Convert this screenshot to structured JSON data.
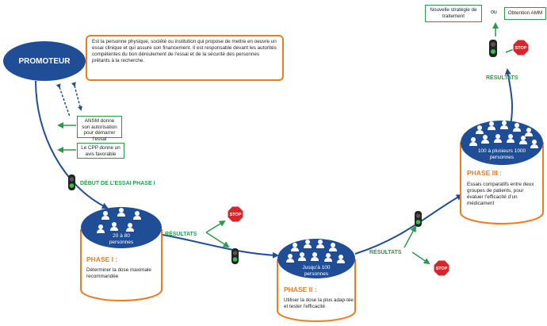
{
  "promoteur": {
    "label": "PROMOTEUR",
    "definition": "Est la personne physique, société ou institution qui propose de mettre en oeuvre un essai clinique et qui assure son financement. Il est responsable devant les autorités compétentes du bon déroulement de l’essai et de la sécurité des personnes prêtants à la recherche."
  },
  "authorizations": [
    {
      "text": "ANSM donne son autorisation pour démarrer l’essai"
    },
    {
      "text": "Le CPP donne un avis favorable"
    }
  ],
  "debut_label": "DÉBUT DE L’ESSAI PHASE I",
  "phases": [
    {
      "cap": "20 à 80 personnes",
      "title": "PHASE I :",
      "description": "Déterminer la dose maximale recommandée"
    },
    {
      "cap": "Jusqu’à 100 personnes",
      "title": "PHASE II :",
      "description": "Utiliser la dose la plus adap-tée et tester l’efficacité"
    },
    {
      "cap": "100 à plusieurs 1000 personnes",
      "title": "PHASE III :",
      "description": "Essais comparatifs entre deux groupes de patients, pour évaluer l’efficacité d’un médicament"
    }
  ],
  "resultats_label": "RÉSULTATS",
  "stop_label": "STOP",
  "outcomes": {
    "option1": "Nouvelle stratégie de traitement",
    "connector": "ou",
    "option2": "Obtention AMM"
  },
  "colors": {
    "navy": "#1f4e96",
    "orange": "#f07c1e",
    "green": "#2a9b4a",
    "stop_red": "#d7262b"
  }
}
